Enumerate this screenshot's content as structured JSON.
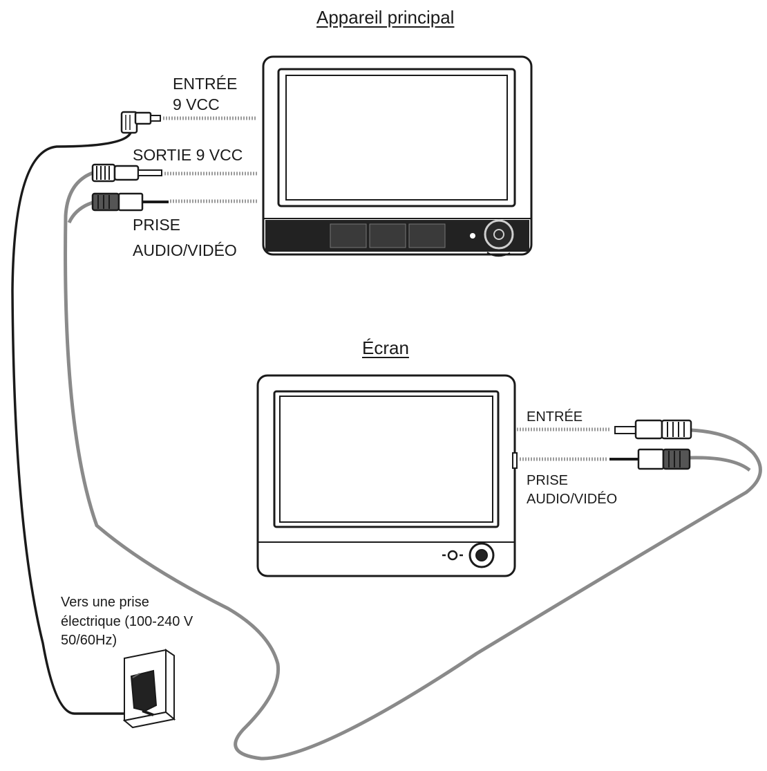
{
  "titles": {
    "main_unit": "Appareil principal",
    "screen": "Écran"
  },
  "main_unit_labels": {
    "dc_in_line1": "ENTRÉE",
    "dc_in_line2": "9 VCC",
    "dc_out": "SORTIE 9 VCC",
    "av_line1": "PRISE",
    "av_line2": "AUDIO/VIDÉO"
  },
  "screen_labels": {
    "dc_in": "ENTRÉE",
    "av_line1": "PRISE",
    "av_line2": "AUDIO/VIDÉO"
  },
  "outlet_note": {
    "line1": "Vers une prise",
    "line2": "électrique (100-240 V",
    "line3": "50/60Hz)"
  },
  "colors": {
    "outline": "#1a1a1a",
    "cable_gray": "#8a8a8a",
    "dotted": "#9a9a9a"
  }
}
